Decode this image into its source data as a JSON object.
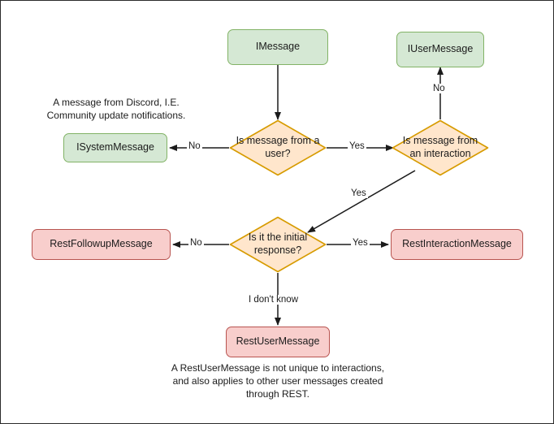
{
  "diagram": {
    "title": "Discord message type decision flowchart",
    "colors": {
      "green_fill": "#d5e8d4",
      "green_stroke": "#82b366",
      "red_fill": "#f8cecc",
      "red_stroke": "#b85450",
      "orange_fill": "#ffe6cc",
      "orange_stroke": "#d79b00",
      "edge_stroke": "#1b1b1b",
      "canvas_border": "#2b2b2b",
      "background": "#ffffff"
    },
    "nodes": [
      {
        "id": "imessage",
        "label": "IMessage",
        "shape": "rounded-rect",
        "style": "green"
      },
      {
        "id": "iusermessage",
        "label": "IUserMessage",
        "shape": "rounded-rect",
        "style": "green"
      },
      {
        "id": "isystemmessage",
        "label": "ISystemMessage",
        "shape": "rounded-rect",
        "style": "green"
      },
      {
        "id": "q-from-user",
        "label": "Is message from a user?",
        "shape": "diamond",
        "style": "orange"
      },
      {
        "id": "q-from-interaction",
        "label": "Is message from an interaction",
        "shape": "diamond",
        "style": "orange"
      },
      {
        "id": "q-initial-response",
        "label": "Is it the initial response?",
        "shape": "diamond",
        "style": "orange"
      },
      {
        "id": "restfollowupmessage",
        "label": "RestFollowupMessage",
        "shape": "rounded-rect",
        "style": "red"
      },
      {
        "id": "restinteractionmessage",
        "label": "RestInteractionMessage",
        "shape": "rounded-rect",
        "style": "red"
      },
      {
        "id": "restusermessage",
        "label": "RestUserMessage",
        "shape": "rounded-rect",
        "style": "red"
      }
    ],
    "edges": [
      {
        "id": "e1",
        "from": "imessage",
        "to": "q-from-user",
        "label": ""
      },
      {
        "id": "e2",
        "from": "q-from-user",
        "to": "isystemmessage",
        "label": "No"
      },
      {
        "id": "e3",
        "from": "q-from-user",
        "to": "q-from-interaction",
        "label": "Yes"
      },
      {
        "id": "e4",
        "from": "q-from-interaction",
        "to": "iusermessage",
        "label": "No"
      },
      {
        "id": "e5",
        "from": "q-from-interaction",
        "to": "q-initial-response",
        "label": "Yes"
      },
      {
        "id": "e6",
        "from": "q-initial-response",
        "to": "restfollowupmessage",
        "label": "No"
      },
      {
        "id": "e7",
        "from": "q-initial-response",
        "to": "restinteractionmessage",
        "label": "Yes"
      },
      {
        "id": "e8",
        "from": "q-initial-response",
        "to": "restusermessage",
        "label": "I don't know"
      }
    ],
    "annotations": [
      {
        "id": "note-system",
        "text": "A message from Discord, I.E.\nCommunity update notifications."
      },
      {
        "id": "note-restuser",
        "text": "A RestUserMessage is not unique to interactions,\nand also applies to other user messages created\nthrough REST."
      }
    ]
  }
}
